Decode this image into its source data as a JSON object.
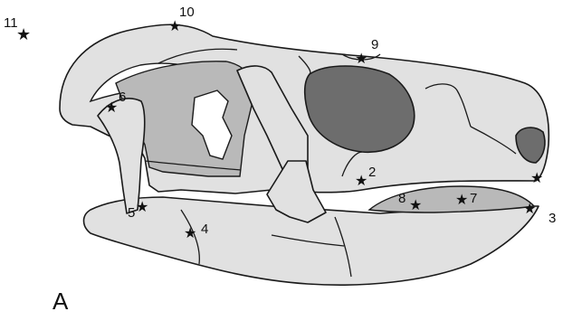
{
  "figure": {
    "panel_letter": "A",
    "landmarks": [
      {
        "id": "1",
        "label": ""
      },
      {
        "id": "2",
        "label": "2"
      },
      {
        "id": "3",
        "label": "3"
      },
      {
        "id": "4",
        "label": "4"
      },
      {
        "id": "5",
        "label": "5"
      },
      {
        "id": "6",
        "label": "6"
      },
      {
        "id": "7",
        "label": "7"
      },
      {
        "id": "8",
        "label": "8"
      },
      {
        "id": "9",
        "label": "9"
      },
      {
        "id": "10",
        "label": "10"
      },
      {
        "id": "11",
        "label": "11"
      }
    ]
  },
  "colors": {
    "bone": "#e1e1e1",
    "region_mid": "#b9b9b9",
    "region_dark": "#6d6d6d",
    "outline": "#1a1a1a"
  }
}
